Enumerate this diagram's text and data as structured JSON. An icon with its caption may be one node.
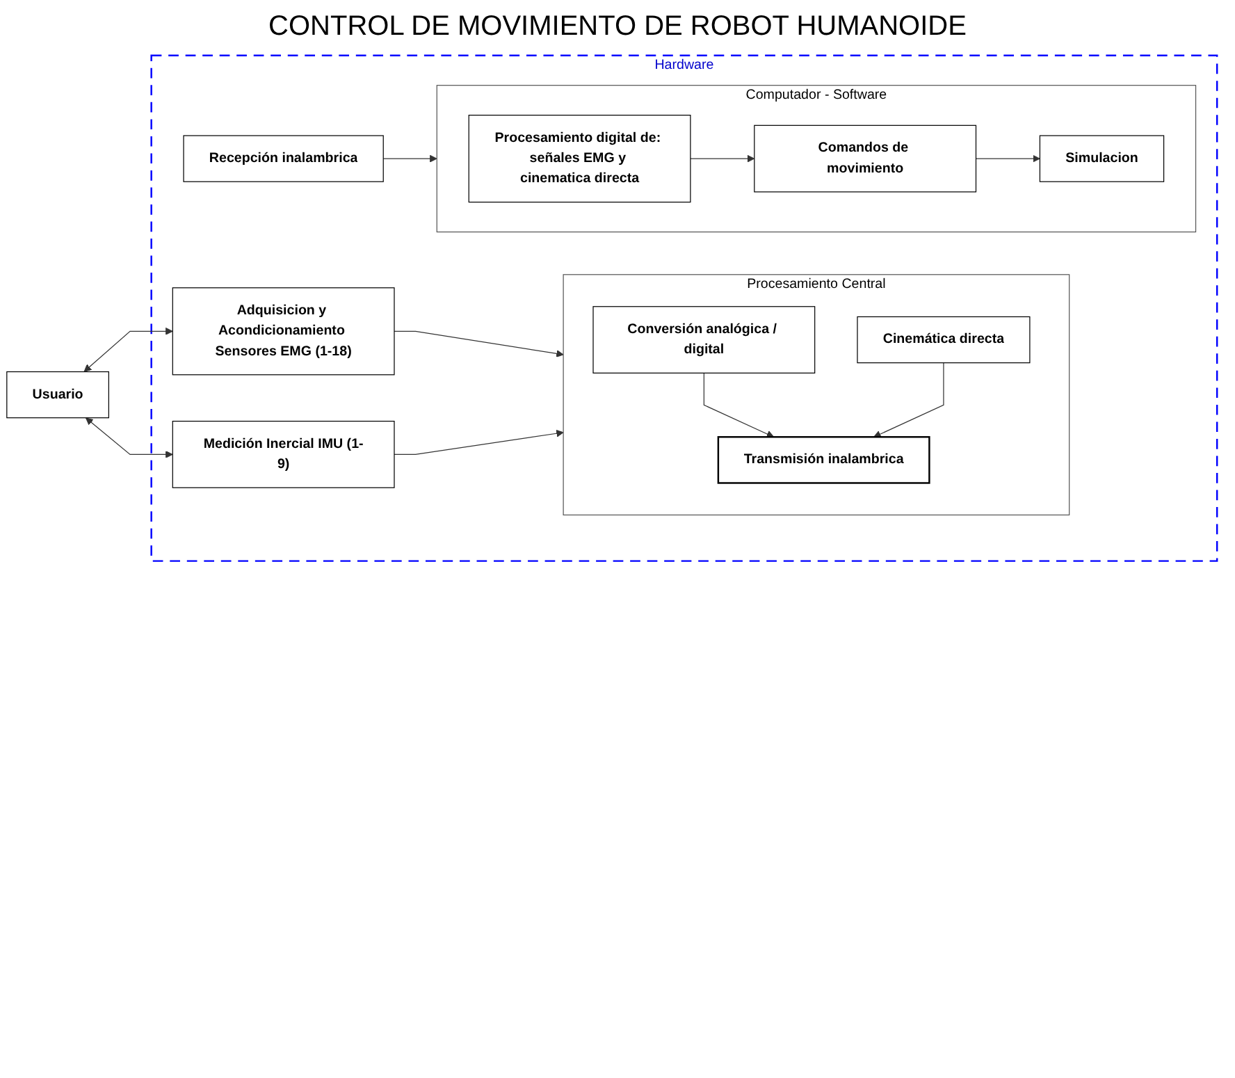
{
  "diagram": {
    "title": "CONTROL DE MOVIMIENTO DE ROBOT HUMANOIDE",
    "nodes": [
      {
        "text": [
          "Usuario"
        ]
      },
      {
        "text": [
          "Hardware"
        ]
      },
      {
        "text": [
          "Adquisicion y Acondicionamiento Sensores EMG (1-18)"
        ],
        "in": 1
      },
      {
        "text": [
          "Medición Inercial IMU (1-9)"
        ],
        "in": 1
      },
      {
        "text": [
          "Procesamiento Central"
        ],
        "in": 1
      },
      {
        "text": [
          "Conversión analógica / digital"
        ],
        "in": 4
      },
      {
        "text": [
          "Cinemática directa"
        ],
        "in": 4
      },
      {
        "text": [
          "Transmisión inalambrica"
        ],
        "in": 4
      },
      {
        "text": [
          "Recepción inalambrica"
        ],
        "in": 1
      },
      {
        "text": [
          "Computador - Software"
        ],
        "in": 1
      },
      {
        "text": [
          "Procesamiento digital de: señales EMG y cinematica directa"
        ],
        "in": 9
      },
      {
        "text": [
          "Comandos de movimiento"
        ],
        "in": 9
      },
      {
        "text": [
          "Simulacion"
        ],
        "in": 9
      }
    ],
    "edges": [
      {
        "from": 0,
        "to": 2,
        "arrow": "both"
      },
      {
        "from": 0,
        "to": 3,
        "arrow": "both"
      },
      {
        "from": 2,
        "to": 4,
        "arrow": "to"
      },
      {
        "from": 3,
        "to": 4,
        "arrow": "to"
      },
      {
        "from": 5,
        "to": 7,
        "arrow": "to"
      },
      {
        "from": 6,
        "to": 7,
        "arrow": "to"
      },
      {
        "from": 8,
        "to": 9,
        "arrow": "to"
      },
      {
        "from": 10,
        "to": 11,
        "arrow": "to"
      },
      {
        "from": 11,
        "to": 12,
        "arrow": "to"
      }
    ]
  }
}
